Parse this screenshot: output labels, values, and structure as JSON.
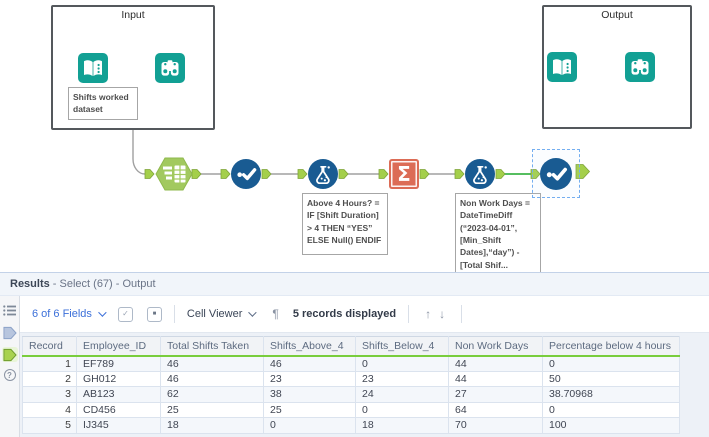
{
  "colors": {
    "teal_tool": "#12a094",
    "blue_tool": "#195b92",
    "sigma_tool": "#dc6c56",
    "hexagon_tool": "#a2c95f",
    "anchor_green": "#a4cf4b",
    "highlight_wire": "#3eb549",
    "header_underline": "#79cd3c",
    "toolbar_link_blue": "#3c70d9"
  },
  "icons": {
    "sigma": "Σ",
    "pilcrow": "¶",
    "arrow_up": "↑",
    "arrow_down": "↓",
    "question": "?",
    "check": "✓",
    "square": "■"
  },
  "canvas": {
    "containers": {
      "input": {
        "title": "Input"
      },
      "output": {
        "title": "Output"
      }
    },
    "annotations": {
      "input_dataset": "Shifts worked\ndataset",
      "formula_above4": "Above 4 Hours? =\nIF [Shift Duration]\n> 4 THEN “YES”\nELSE Null() ENDIF",
      "formula_nonwork": "Non Work Days =\nDateTimeDiff\n(“2023-04-01”,\n[Min_Shift\nDates],“day”) -\n[Total Shif..."
    }
  },
  "results": {
    "header": {
      "title_bold": "Results",
      "title_rest": " - Select (67) - Output"
    },
    "toolbar": {
      "fields_label": "6 of 6 Fields",
      "cell_viewer_label": "Cell Viewer",
      "records_label": "5 records displayed"
    },
    "table": {
      "columns": [
        "Record",
        "Employee_ID",
        "Total Shifts Taken",
        "Shifts_Above_4",
        "Shifts_Below_4",
        "Non Work Days",
        "Percentage below 4 hours"
      ],
      "rows": [
        [
          "1",
          "EF789",
          "46",
          "46",
          "0",
          "44",
          "0"
        ],
        [
          "2",
          "GH012",
          "46",
          "23",
          "23",
          "44",
          "50"
        ],
        [
          "3",
          "AB123",
          "62",
          "38",
          "24",
          "27",
          "38.70968"
        ],
        [
          "4",
          "CD456",
          "25",
          "25",
          "0",
          "64",
          "0"
        ],
        [
          "5",
          "IJ345",
          "18",
          "0",
          "18",
          "70",
          "100"
        ]
      ]
    }
  }
}
